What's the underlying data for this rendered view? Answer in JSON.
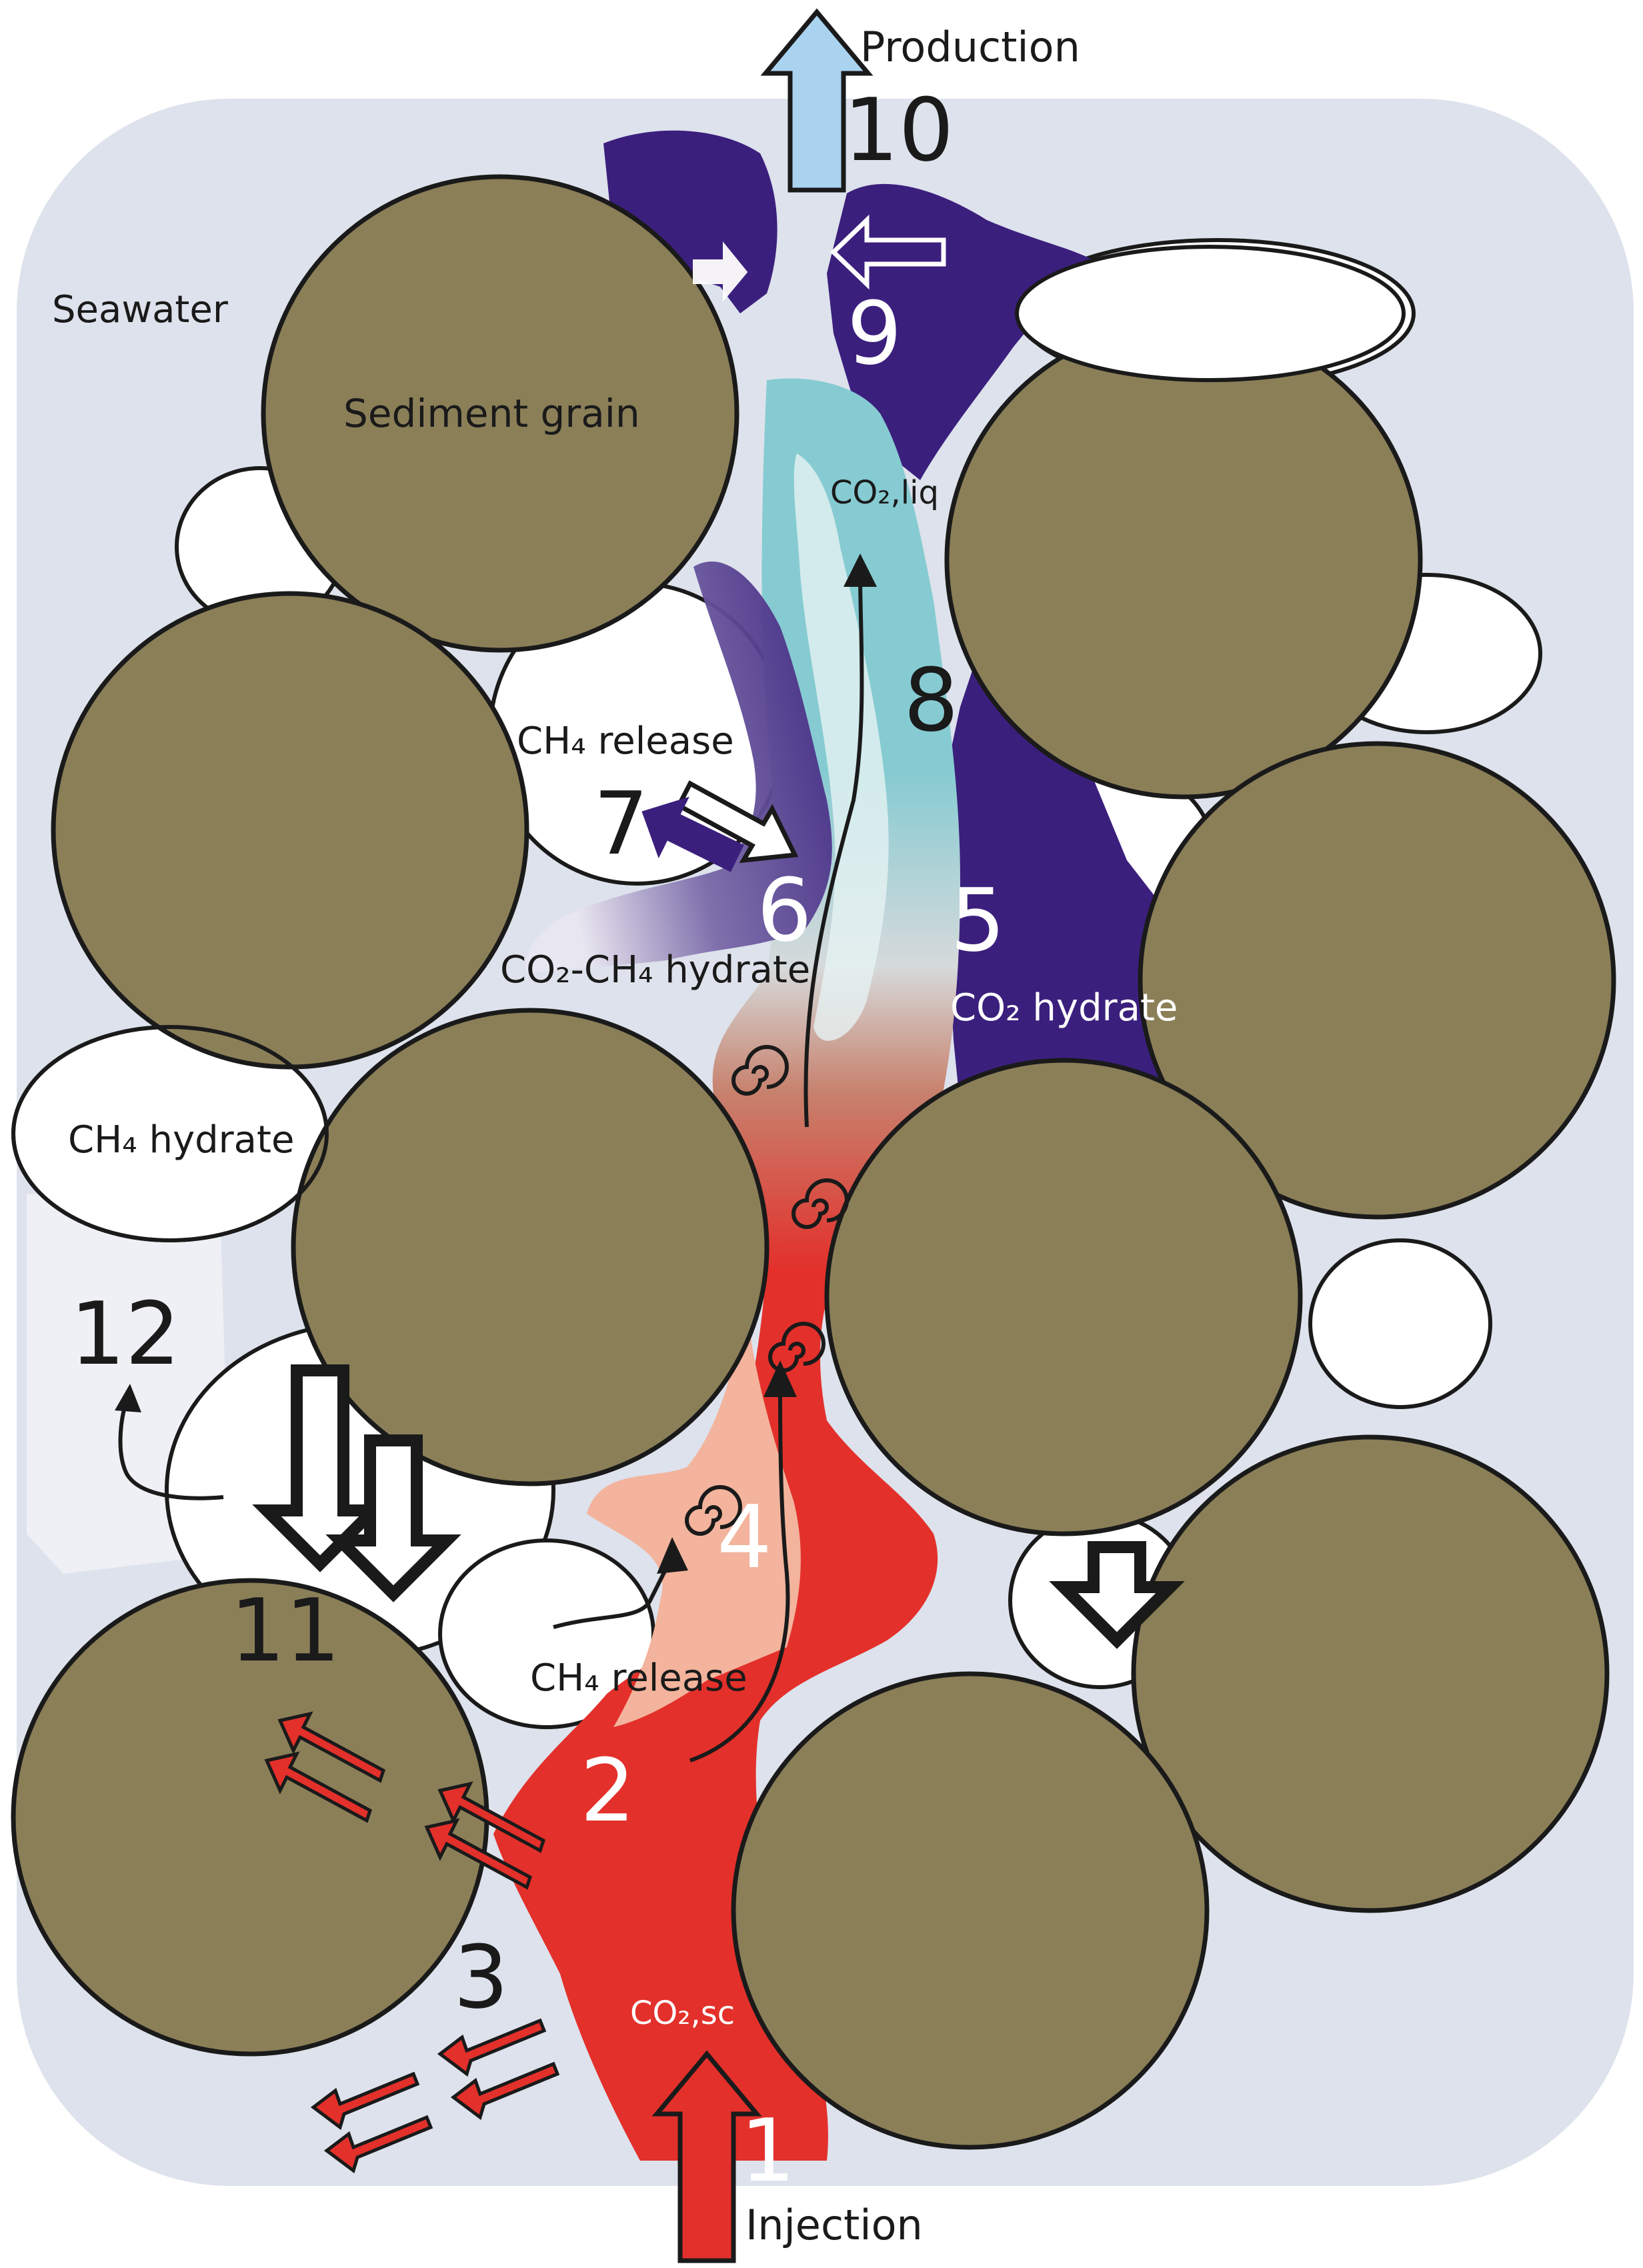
{
  "labels": {
    "production": "Production",
    "injection": "Injection",
    "seawater": "Seawater",
    "sediment_grain": "Sediment grain",
    "ch4_release_top": "CH₄ release",
    "ch4_release_bottom": "CH₄ release",
    "ch4_hydrate": "CH₄ hydrate",
    "co2_ch4_hydrate": "CO₂-CH₄ hydrate",
    "co2_hydrate": "CO₂ hydrate",
    "co2_liq": "CO₂,liq",
    "co2_sc": "CO₂,sc"
  },
  "steps": [
    "1",
    "2",
    "3",
    "4",
    "5",
    "6",
    "7",
    "8",
    "9",
    "10",
    "11",
    "12"
  ],
  "colors": {
    "seawater": "#dde2ec",
    "sediment_grain": "#8b7f58",
    "ch4_hydrate": "#ffffff",
    "co2_supercritical": "#e3302b",
    "mixing_zone": "#f3b39c",
    "co2_liquid": "#86cbd2",
    "co2_hydrate": "#3b1f7d",
    "production_arrow": "#a9d3ef",
    "outline": "#1a1a1a"
  },
  "icons": [
    "up-arrow-icon",
    "down-arrow-icon",
    "swirl-icon",
    "release-arrow-icon",
    "exchange-arrow-icon"
  ]
}
